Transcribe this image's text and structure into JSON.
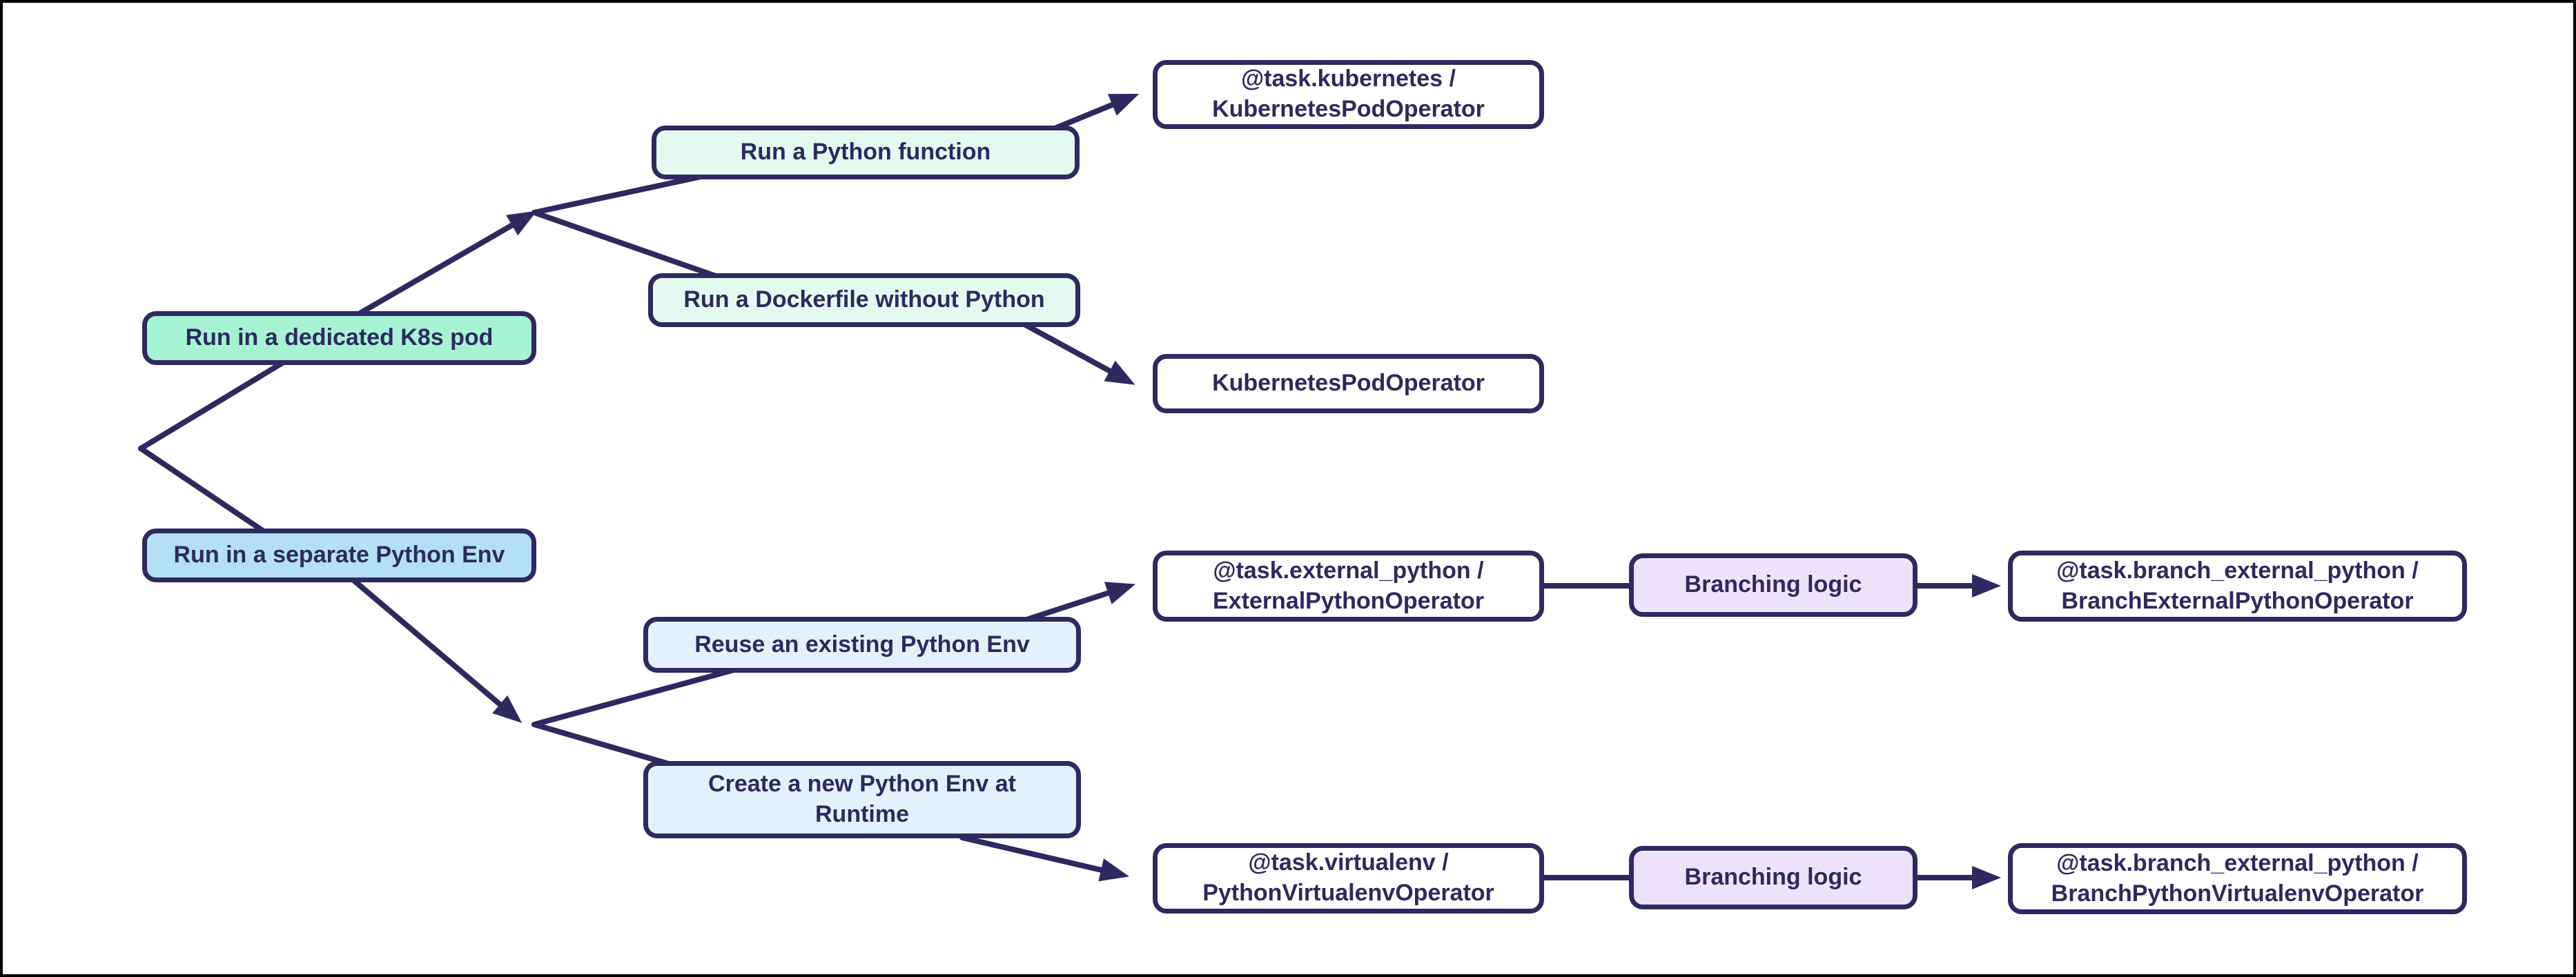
{
  "palette": {
    "node_border": "#2E2960",
    "text": "#2E2960",
    "mint": "#A5F3D2",
    "mint_light": "#E4FAF1",
    "blue": "#B3E0F8",
    "blue_light": "#E3F1FC",
    "lavender": "#EFE3FB",
    "white": "#FFFFFF",
    "frame": "#000000"
  },
  "nodes": {
    "run_dedicated_k8s_pod": {
      "lines": [
        "Run in a dedicated K8s pod"
      ]
    },
    "run_python_function": {
      "lines": [
        "Run a Python function"
      ]
    },
    "task_kubernetes": {
      "lines": [
        "@task.kubernetes /",
        "KubernetesPodOperator"
      ]
    },
    "run_dockerfile": {
      "lines": [
        "Run a Dockerfile without Python"
      ]
    },
    "kubernetes_pod_operator": {
      "lines": [
        "KubernetesPodOperator"
      ]
    },
    "run_separate_python_env": {
      "lines": [
        "Run in a separate Python Env"
      ]
    },
    "reuse_existing_env": {
      "lines": [
        "Reuse an existing Python Env"
      ]
    },
    "task_external_python": {
      "lines": [
        "@task.external_python /",
        "ExternalPythonOperator"
      ]
    },
    "branching_logic_top": {
      "lines": [
        "Branching logic"
      ]
    },
    "branch_external_python": {
      "lines": [
        "@task.branch_external_python /",
        "BranchExternalPythonOperator"
      ]
    },
    "create_new_env": {
      "lines": [
        "Create a new Python Env at",
        "Runtime"
      ]
    },
    "task_virtualenv": {
      "lines": [
        "@task.virtualenv /",
        "PythonVirtualenvOperator"
      ]
    },
    "branching_logic_bottom": {
      "lines": [
        "Branching logic"
      ]
    },
    "branch_python_virtualenv": {
      "lines": [
        "@task.branch_external_python /",
        "BranchPythonVirtualenvOperator"
      ]
    }
  },
  "edges": [
    {
      "from": "root",
      "to": "run_dedicated_k8s_pod",
      "arrow": false
    },
    {
      "from": "root",
      "to": "run_separate_python_env",
      "arrow": false
    },
    {
      "from": "run_dedicated_k8s_pod",
      "to": "run_python_function",
      "arrow": true
    },
    {
      "from": "run_dedicated_k8s_pod",
      "to": "run_dockerfile",
      "arrow": true
    },
    {
      "from": "run_python_function",
      "to": "task_kubernetes",
      "arrow": true
    },
    {
      "from": "run_dockerfile",
      "to": "kubernetes_pod_operator",
      "arrow": true
    },
    {
      "from": "run_separate_python_env",
      "to": "reuse_existing_env",
      "arrow": true
    },
    {
      "from": "run_separate_python_env",
      "to": "create_new_env",
      "arrow": true
    },
    {
      "from": "reuse_existing_env",
      "to": "task_external_python",
      "arrow": true
    },
    {
      "from": "task_external_python",
      "to": "branching_logic_top",
      "arrow": false
    },
    {
      "from": "branching_logic_top",
      "to": "branch_external_python",
      "arrow": true
    },
    {
      "from": "create_new_env",
      "to": "task_virtualenv",
      "arrow": true
    },
    {
      "from": "task_virtualenv",
      "to": "branching_logic_bottom",
      "arrow": false
    },
    {
      "from": "branching_logic_bottom",
      "to": "branch_python_virtualenv",
      "arrow": true
    }
  ]
}
